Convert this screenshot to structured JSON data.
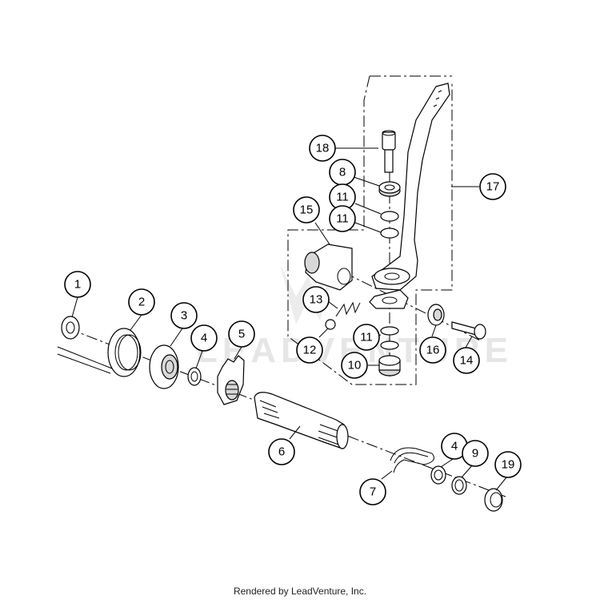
{
  "watermark": "LEADVENTURE",
  "footer": "Rendered by LeadVenture, Inc.",
  "callouts": [
    {
      "label": "1"
    },
    {
      "label": "2"
    },
    {
      "label": "3"
    },
    {
      "label": "4"
    },
    {
      "label": "5"
    },
    {
      "label": "6"
    },
    {
      "label": "7"
    },
    {
      "label": "4"
    },
    {
      "label": "9"
    },
    {
      "label": "19"
    },
    {
      "label": "18"
    },
    {
      "label": "8"
    },
    {
      "label": "11"
    },
    {
      "label": "11"
    },
    {
      "label": "15"
    },
    {
      "label": "13"
    },
    {
      "label": "12"
    },
    {
      "label": "11"
    },
    {
      "label": "10"
    },
    {
      "label": "16"
    },
    {
      "label": "14"
    },
    {
      "label": "17"
    }
  ]
}
